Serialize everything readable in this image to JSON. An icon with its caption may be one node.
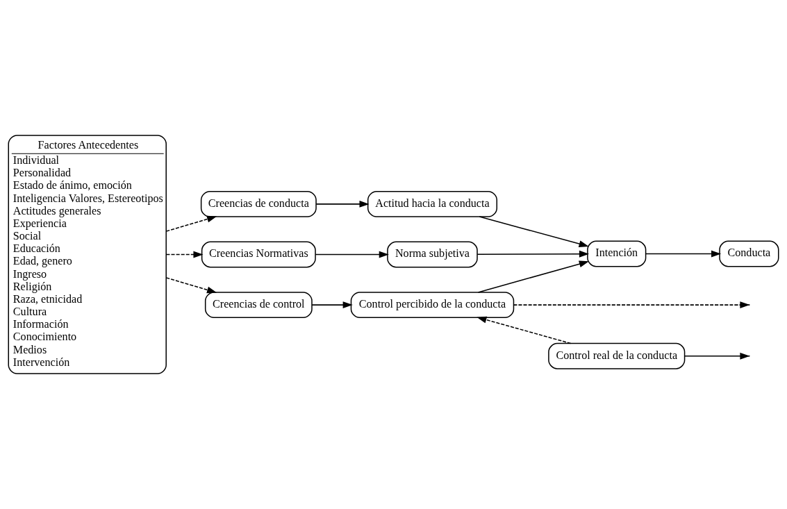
{
  "diagram": {
    "nodes": [
      {
        "text": [
          "Factores Antecedentes",
          "Individual",
          "Personalidad",
          "Estado de ánimo, emoción",
          "Inteligencia Valores, Estereotipos",
          "Actitudes generales",
          "Experiencia",
          "Social",
          "Educación",
          "Edad, genero",
          "Ingreso",
          "Religión",
          "Raza, etnicidad",
          "Cultura",
          "Información",
          "Conocimiento",
          "Medios",
          "Intervención"
        ]
      },
      {
        "text": [
          "Creencias de conducta"
        ]
      },
      {
        "text": [
          "Actitud hacia la conducta"
        ]
      },
      {
        "text": [
          "Creencias Normativas"
        ]
      },
      {
        "text": [
          "Norma subjetiva"
        ]
      },
      {
        "text": [
          "Intención"
        ]
      },
      {
        "text": [
          "Conducta"
        ]
      },
      {
        "text": [
          "Creencias de control"
        ]
      },
      {
        "text": [
          "Control percibido de la conducta"
        ]
      },
      {
        "text": [
          "Control real de la conducta"
        ]
      }
    ],
    "edges": [
      {
        "from": 0,
        "to": 1,
        "arrow": "to",
        "style": "dashed"
      },
      {
        "from": 0,
        "to": 3,
        "arrow": "to",
        "style": "dashed"
      },
      {
        "from": 0,
        "to": 7,
        "arrow": "to",
        "style": "dashed"
      },
      {
        "from": 1,
        "to": 2,
        "arrow": "to"
      },
      {
        "from": 2,
        "to": 5,
        "arrow": "to"
      },
      {
        "from": 3,
        "to": 4,
        "arrow": "to"
      },
      {
        "from": 4,
        "to": 5,
        "arrow": "to"
      },
      {
        "from": 7,
        "to": 8,
        "arrow": "to"
      },
      {
        "from": 8,
        "to": 5,
        "arrow": "to"
      },
      {
        "from": 5,
        "to": 6,
        "arrow": "to"
      },
      {
        "from": 8,
        "to": null,
        "arrow": "to",
        "style": "dashed"
      },
      {
        "from": 9,
        "to": null,
        "arrow": "to"
      },
      {
        "from": 9,
        "to": 8,
        "arrow": "to",
        "style": "dashed"
      }
    ]
  }
}
